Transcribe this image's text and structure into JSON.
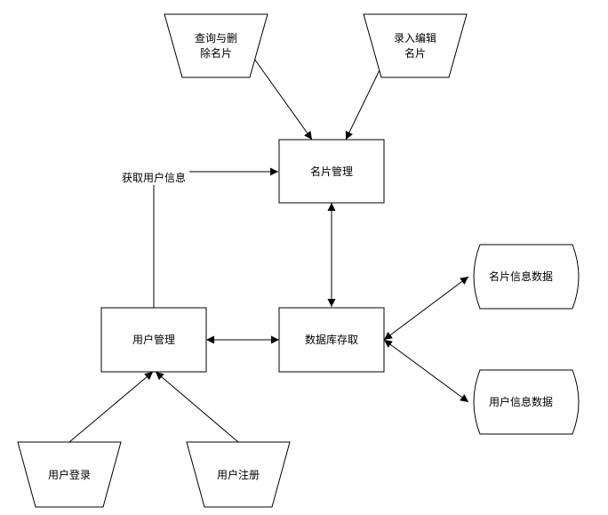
{
  "nodes": {
    "query_delete": {
      "lines": [
        "查询与删",
        "除名片"
      ]
    },
    "input_edit": {
      "lines": [
        "录入编辑",
        "名片"
      ]
    },
    "card_mgmt": {
      "label": "名片管理"
    },
    "user_mgmt": {
      "label": "用户管理"
    },
    "db_access": {
      "label": "数据库存取"
    },
    "card_info_data": {
      "label": "名片信息数据"
    },
    "user_info_data": {
      "label": "用户信息数据"
    },
    "user_login": {
      "label": "用户登录"
    },
    "user_register": {
      "label": "用户注册"
    }
  },
  "edges": {
    "get_user_info": {
      "label": "获取用户信息"
    }
  }
}
